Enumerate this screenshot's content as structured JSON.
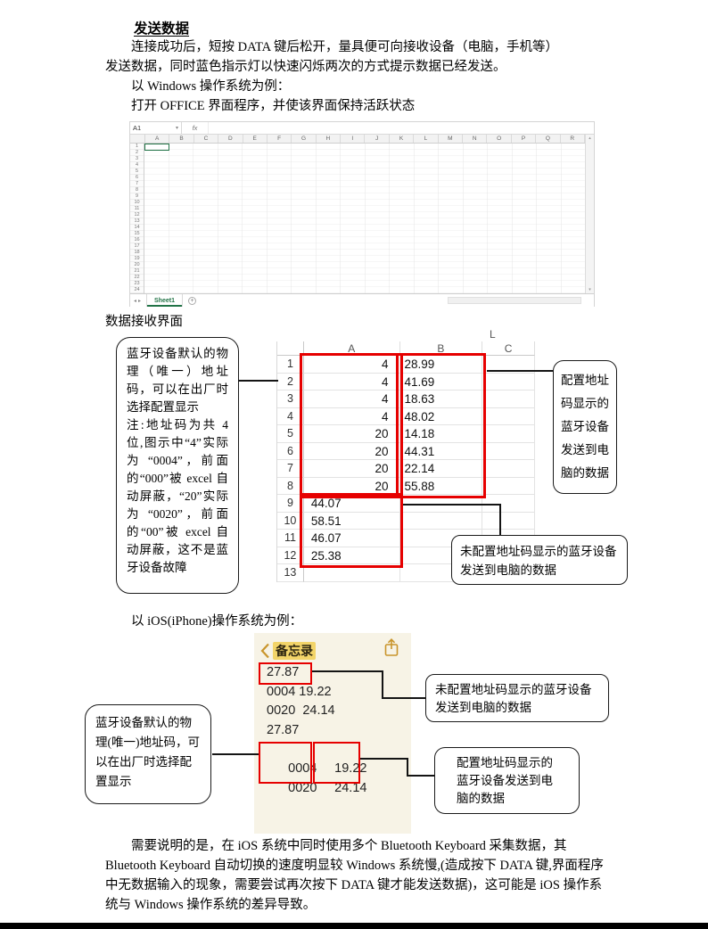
{
  "colors": {
    "highlight_red": "#e60000",
    "excel_green": "#217346",
    "notes_accent": "#c9952c",
    "notes_bg": "#f7f3e6"
  },
  "doc": {
    "title": "发送数据",
    "para1": "连接成功后，短按 DATA 键后松开，量具便可向接收设备（电脑，手机等）发送数据，同时蓝色指示灯以快速闪烁两次的方式提示数据已经发送。",
    "windows_example": "以 Windows 操作系统为例：",
    "open_office": "打开 OFFICE 界面程序，并使该界面保持活跃状态",
    "receive_label": "数据接收界面",
    "ios_example": "以 iOS(iPhone)操作系统为例：",
    "closing": "需要说明的是，在 iOS 系统中同时使用多个 Bluetooth Keyboard 采集数据，其 Bluetooth Keyboard 自动切换的速度明显较 Windows 系统慢,(造成按下 DATA 键,界面程序中无数据输入的现象，需要尝试再次按下 DATA 键才能发送数据)，这可能是 iOS 操作系统与 Windows 操作系统的差异导致。"
  },
  "excel_empty": {
    "name_box": "A1",
    "fx_label": "fx",
    "columns": [
      "A",
      "B",
      "C",
      "D",
      "E",
      "F",
      "G",
      "H",
      "I",
      "J",
      "K",
      "L",
      "M",
      "N",
      "O",
      "P",
      "Q",
      "R"
    ],
    "row_count": 24,
    "sheet_tab": "Sheet1",
    "new_sheet_button": "+"
  },
  "data_grid": {
    "corner_label": "L",
    "columns": [
      "A",
      "B",
      "C"
    ],
    "rows": [
      {
        "n": "1",
        "a": "4",
        "b": "28.99"
      },
      {
        "n": "2",
        "a": "4",
        "b": "41.69"
      },
      {
        "n": "3",
        "a": "4",
        "b": "18.63"
      },
      {
        "n": "4",
        "a": "4",
        "b": "48.02"
      },
      {
        "n": "5",
        "a": "20",
        "b": "14.18"
      },
      {
        "n": "6",
        "a": "20",
        "b": "44.31"
      },
      {
        "n": "7",
        "a": "20",
        "b": "22.14"
      },
      {
        "n": "8",
        "a": "20",
        "b": "55.88"
      },
      {
        "n": "9",
        "a": "44.07",
        "b": ""
      },
      {
        "n": "10",
        "a": "58.51",
        "b": ""
      },
      {
        "n": "11",
        "a": "46.07",
        "b": ""
      },
      {
        "n": "12",
        "a": "25.38",
        "b": ""
      },
      {
        "n": "13",
        "a": "",
        "b": ""
      }
    ]
  },
  "callouts": {
    "bt_address_note_p1": "蓝牙设备默认的物理（唯一）地址码，可以在出厂时选择配置显示",
    "bt_address_note_p2": "注:地址码为共 4 位,图示中“4”实际为 “0004”，前面的“000”被 excel 自动屏蔽，“20”实际为 “0020”，前面的“00”被 excel 自动屏蔽，这不是蓝牙设备故障",
    "configured_excel": "配置地址码显示的蓝牙设备发送到电脑的数据",
    "unconfigured_excel": "未配置地址码显示的蓝牙设备发送到电脑的数据",
    "bt_address_ios": "蓝牙设备默认的物理(唯一)地址码，可以在出厂时选择配置显示",
    "unconfigured_ios": "未配置地址码显示的蓝牙设备发送到电脑的数据",
    "configured_ios": "配置地址码显示的蓝牙设备发送到电脑的数据"
  },
  "notes_app": {
    "back_label": "备忘录",
    "lines": [
      "27.87",
      "0004 19.22",
      "0020  24.14",
      "27.87"
    ],
    "boxed_rows": [
      {
        "addr": "0004",
        "val": "19.22"
      },
      {
        "addr": "0020",
        "val": "24.14"
      }
    ]
  }
}
